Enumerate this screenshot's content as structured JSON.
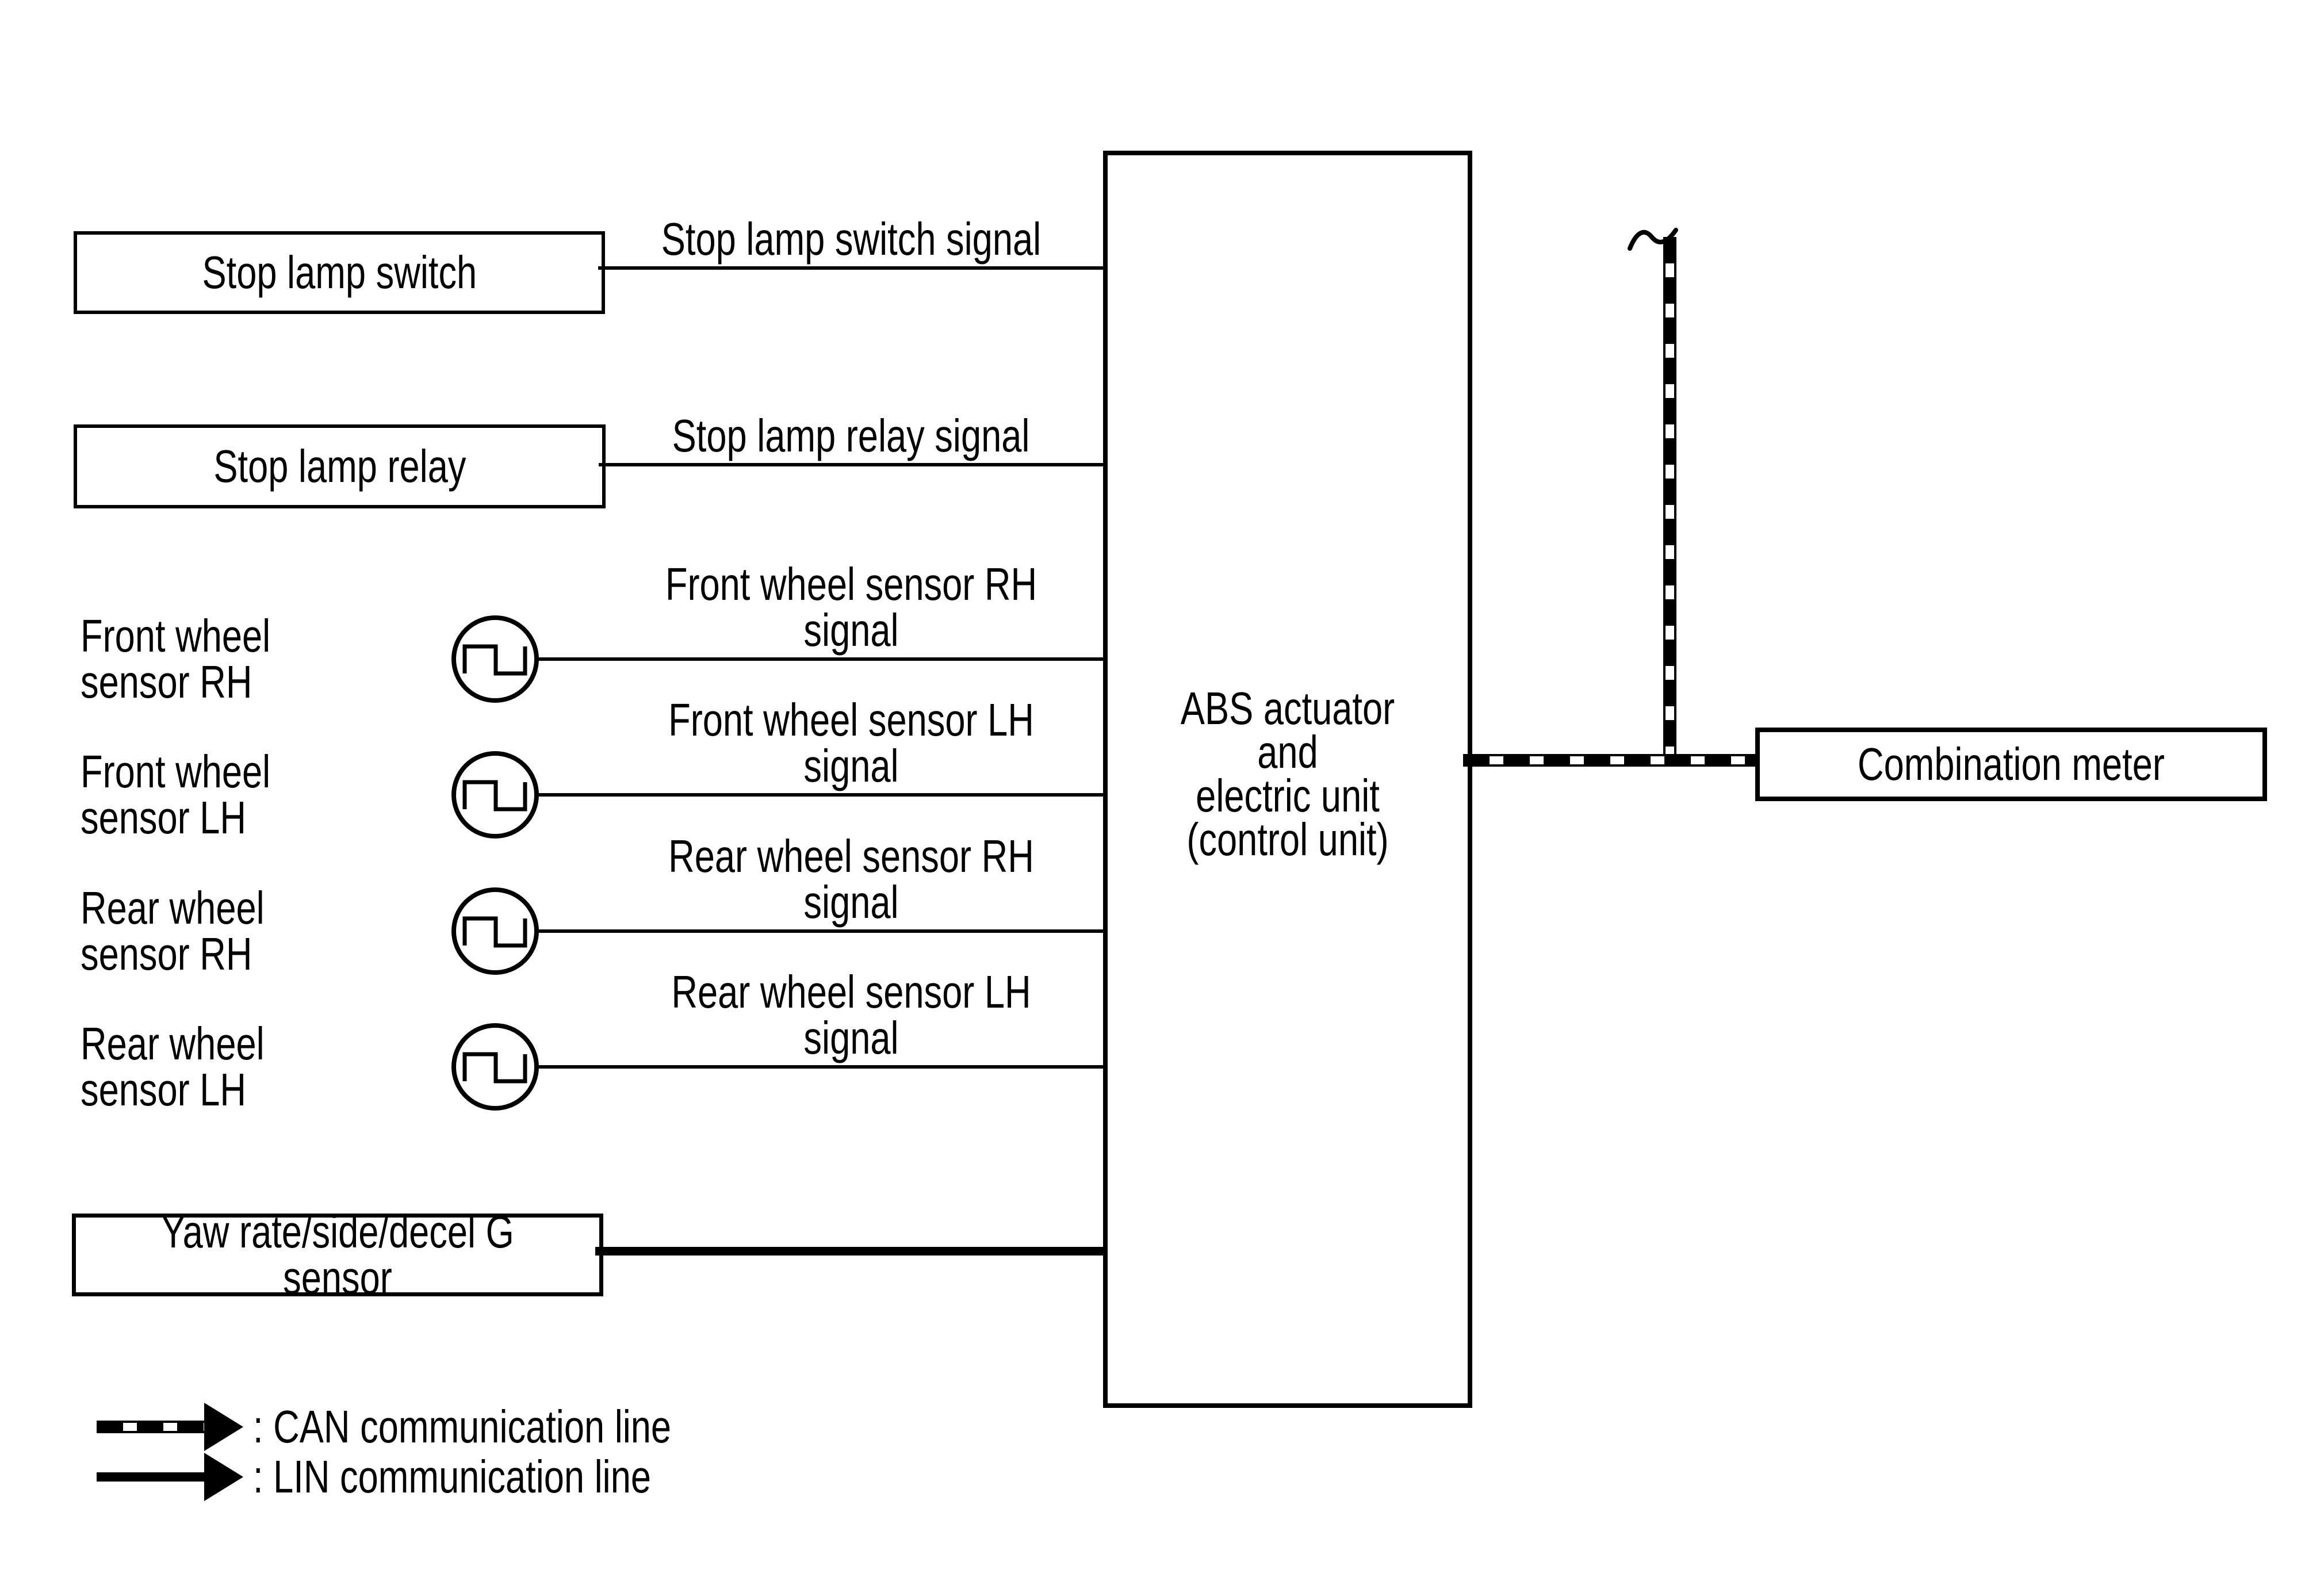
{
  "colors": {
    "line": "#000000",
    "background": "#ffffff"
  },
  "left_boxes": {
    "stop_lamp_switch": "Stop lamp switch",
    "stop_lamp_relay": "Stop lamp relay",
    "yaw_sensor": "Yaw rate/side/decel G sensor"
  },
  "signal_lines": {
    "stop_lamp_switch": "Stop lamp switch signal",
    "stop_lamp_relay": "Stop lamp relay signal"
  },
  "wheel_sensors": [
    {
      "label": "Front wheel sensor RH",
      "signal": "Front wheel sensor RH signal"
    },
    {
      "label": "Front wheel sensor LH",
      "signal": "Front wheel sensor LH signal"
    },
    {
      "label": "Rear wheel sensor RH",
      "signal": "Rear wheel sensor RH signal"
    },
    {
      "label": "Rear wheel sensor LH",
      "signal": "Rear wheel sensor LH signal"
    }
  ],
  "center_box": {
    "label": "ABS actuator and\nelectric unit\n(control unit)"
  },
  "right_box": {
    "label": "Combination meter"
  },
  "legend": {
    "can": {
      "label": ": CAN communication line"
    },
    "lin": {
      "label": ": LIN communication line"
    }
  },
  "icons": {
    "pulse": "square-wave-pulse-icon",
    "continuation": "line-continuation-mark"
  }
}
